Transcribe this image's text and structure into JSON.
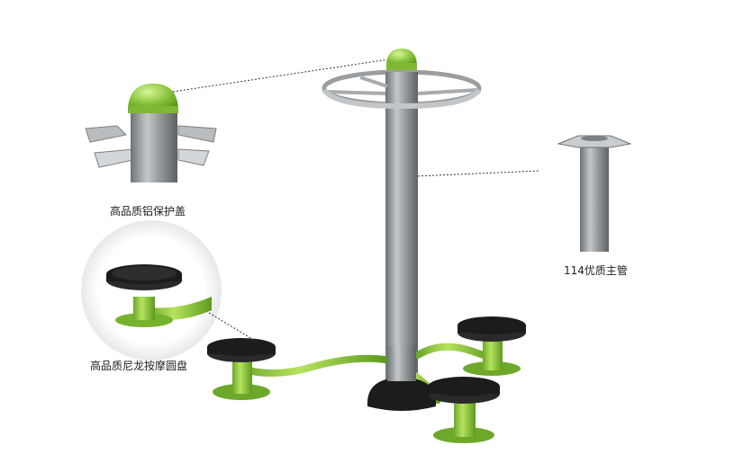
{
  "labels": {
    "cap": "高品质铝保护盖",
    "tube": "114优质主管",
    "disc": "高品质尼龙按摩圆盘"
  },
  "colors": {
    "green": "#8cc63f",
    "dark_green": "#5e9a1f",
    "gray": "#8d9193",
    "light_gray": "#c9cdcf",
    "black": "#1c1c1c"
  }
}
